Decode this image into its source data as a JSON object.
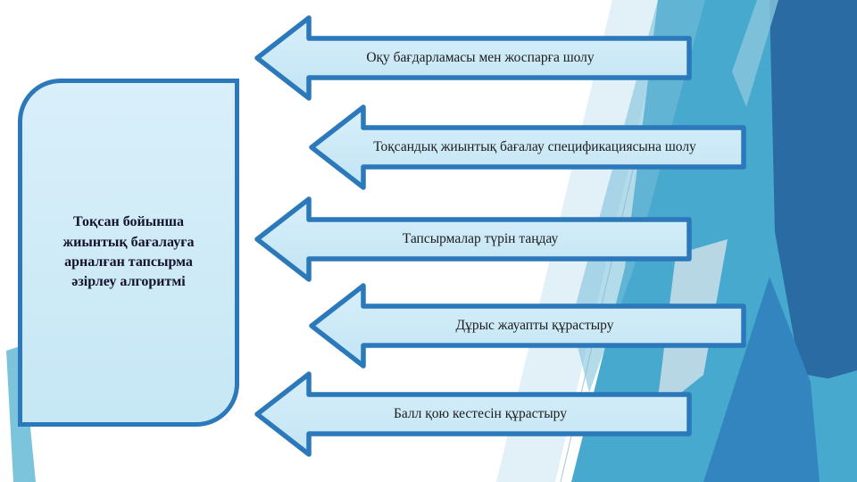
{
  "title_box": {
    "text": "Тоқсан бойынша жиынтық бағалауға арналған тапсырма әзірлеу алгоритмі"
  },
  "arrows": [
    {
      "label": "Оқу бағдарламасы мен жоспарға шолу"
    },
    {
      "label": "Тоқсандық жиынтық бағалау спецификациясына шолу"
    },
    {
      "label": "Тапсырмалар түрін таңдау"
    },
    {
      "label": "Дұрыс жауапты құрастыру"
    },
    {
      "label": "Балл қою кестесін құрастыру"
    }
  ],
  "colors": {
    "accent_border": "#2b79ba",
    "shape_fill_light": "#d7eefa",
    "shape_fill": "#c6e7f5",
    "facet_teal": "#47a9cd",
    "facet_dark": "#2b6ba3",
    "facet_mid_blue": "#3285bf",
    "facet_light_teal": "#7cc3dc",
    "facet_pale": "#dfeff6",
    "text_dark": "#12122e"
  }
}
